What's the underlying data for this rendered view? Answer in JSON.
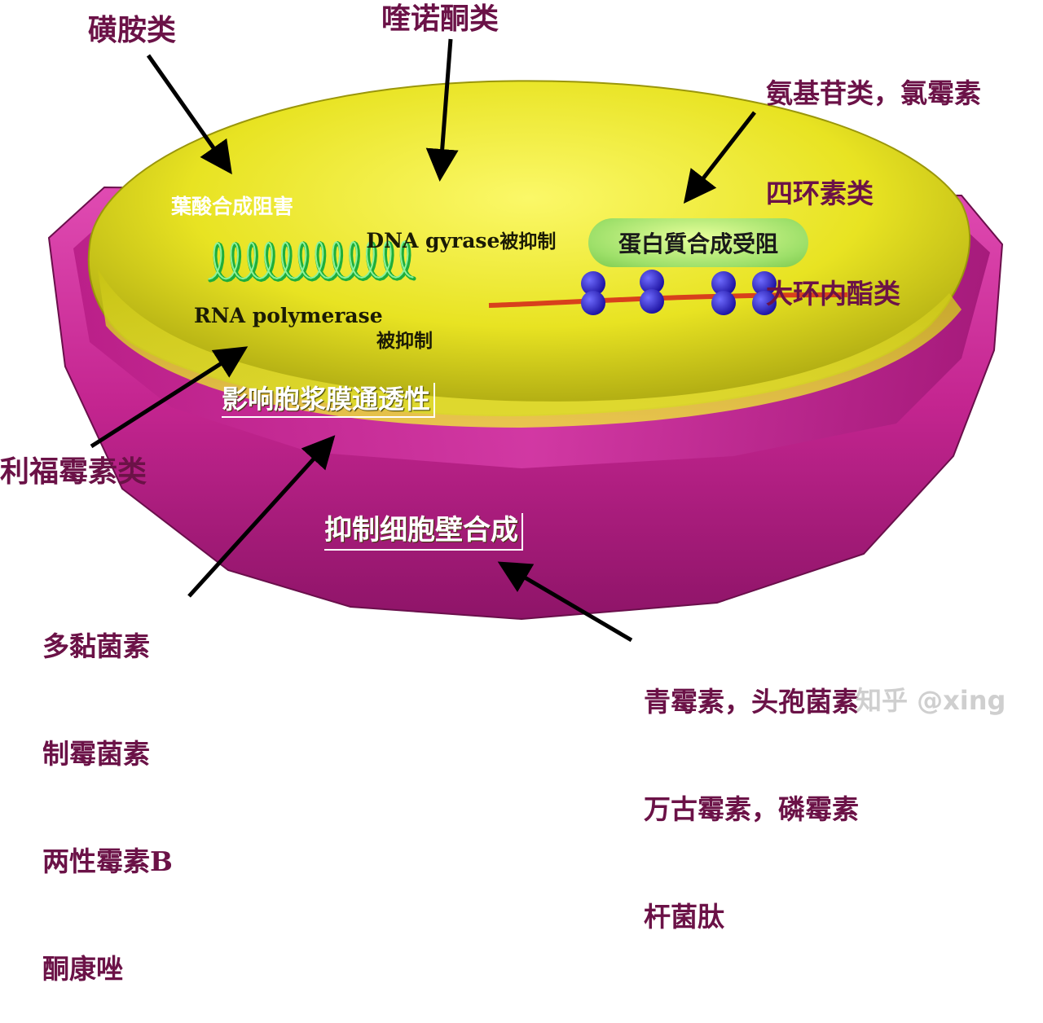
{
  "labels": {
    "sulfonamides": "磺胺类",
    "quinolones": "喹诺酮类",
    "protein_antibiotics": [
      "氨基苷类，氯霉素",
      "四环素类",
      "大环内酯类"
    ],
    "folate": "葉酸合成阻害",
    "dna_gyrase": "DNA gyrase",
    "dna_gyrase_suffix": "被抑制",
    "protein_synthesis": "蛋白質合成受阻",
    "rna_polymerase": "RNA polymerase",
    "rna_polymerase_suffix": "被抑制",
    "membrane": "影响胞浆膜通透性",
    "rifamycins": "利福霉素类",
    "cell_wall": "抑制细胞壁合成",
    "membrane_antibiotics": [
      "多黏菌素",
      "制霉菌素",
      "两性霉素B",
      "酮康唑"
    ],
    "cell_wall_antibiotics": [
      "青霉素，头孢菌素",
      "万古霉素，磷霉素",
      "杆菌肽"
    ]
  },
  "watermark": "知乎 @xing",
  "colors": {
    "label_text": "#6b1247",
    "cytoplasm": "#f0ef2a",
    "cell_wall": "#cc2a9a",
    "dna_coil": "#1fae3a",
    "ribosome": "#2a1ec8",
    "mrna": "#d8401c",
    "arrow": "#000000"
  },
  "icons": {
    "dna": "dna-helix-icon",
    "ribosome": "ribosome-icon"
  }
}
